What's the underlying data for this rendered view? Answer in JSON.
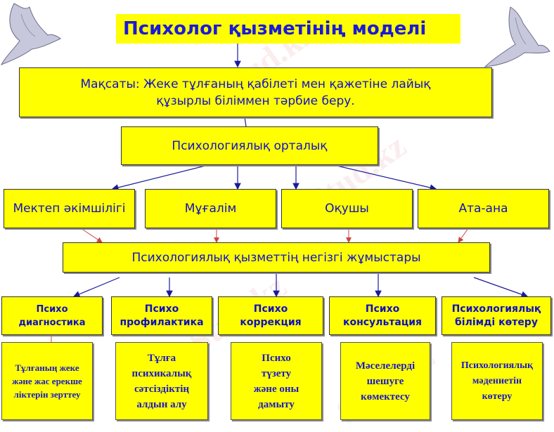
{
  "title": "Психолог қызметінің моделі",
  "goal": {
    "line1": "Мақсаты:  Жеке тұлғаның   қабілеті мен қажетіне лайық",
    "line2": "құзырлы   біліммен   тәрбие   беру."
  },
  "center": "Психологиялық орталық",
  "participants": [
    {
      "label": "Мектеп әкімшілігі"
    },
    {
      "label": "Мұғалім"
    },
    {
      "label": "Оқушы"
    },
    {
      "label": "Ата-ана"
    }
  ],
  "main_works": "Психологиялық қызметтің негізгі жұмыстары",
  "directions": [
    {
      "line1": "Психо",
      "line2": "диагностика"
    },
    {
      "line1": "Психо",
      "line2": "профилактика"
    },
    {
      "line1": "Психо",
      "line2": "коррекция"
    },
    {
      "line1": "Психо",
      "line2": "консультация"
    },
    {
      "line1": "Психологиялық",
      "line2": "білімді көтеру"
    }
  ],
  "descriptions": [
    {
      "lines": [
        "Тұлғаның жеке",
        "және жас ерекше",
        "ліктерін зерттеу"
      ]
    },
    {
      "lines": [
        "Тұлға",
        "психикалық",
        "сәтсіздіктің",
        "алдын алу"
      ]
    },
    {
      "lines": [
        "Психо",
        "түзету",
        "және оны",
        "дамыту"
      ]
    },
    {
      "lines": [
        "Мәселелерді",
        "шешуге",
        "көмектесу"
      ]
    },
    {
      "lines": [
        "Психологиялық",
        "мәдениетін",
        "көтеру"
      ]
    }
  ],
  "watermark": "Stud.kz",
  "colors": {
    "box_fill": "#ffff00",
    "text": "#1010d0",
    "arrow_blue": "#1a1a9a",
    "arrow_red": "#cc4444"
  }
}
